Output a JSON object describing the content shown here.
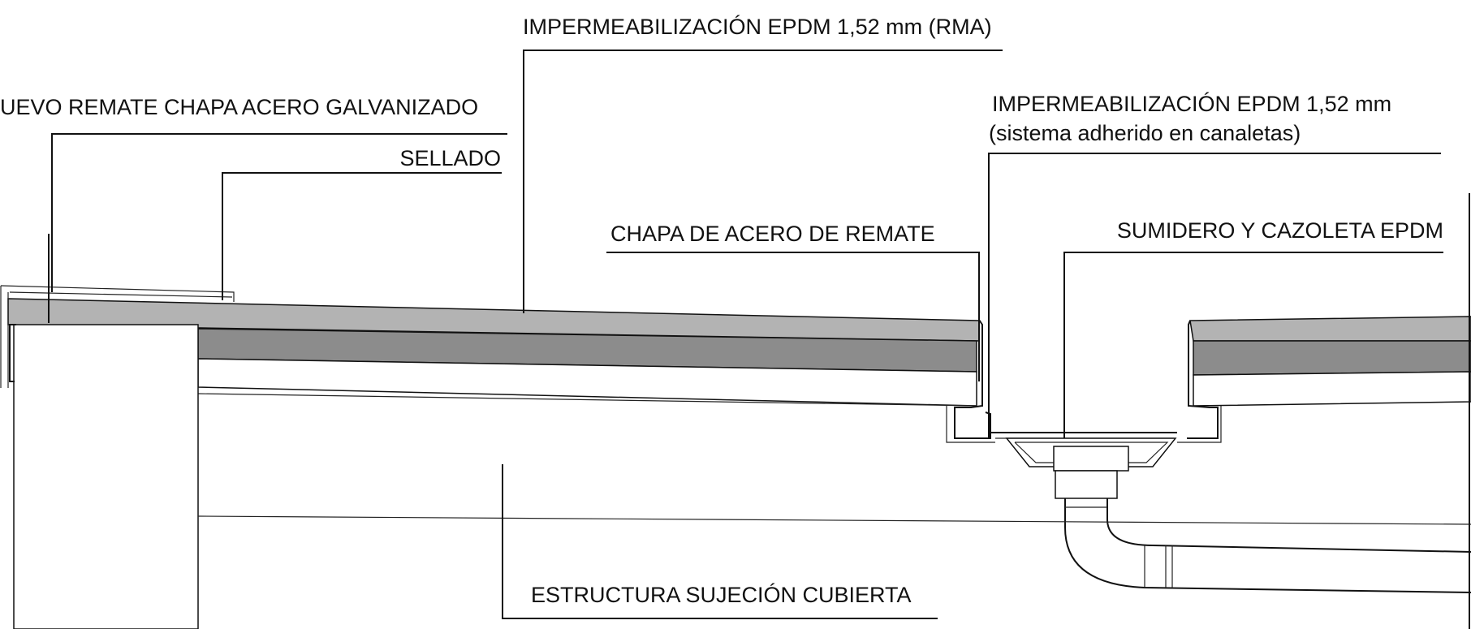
{
  "labels": {
    "epdm_rma": "IMPERMEABILIZACIÓN EPDM 1,52 mm (RMA)",
    "remate_galvanizado": "UEVO REMATE CHAPA ACERO GALVANIZADO",
    "sellado": "SELLADO",
    "epdm_canaletas_line1": "IMPERMEABILIZACIÓN EPDM 1,52 mm",
    "epdm_canaletas_line2": "(sistema adherido en canaletas)",
    "chapa_remate": "CHAPA DE ACERO DE REMATE",
    "sumidero": "SUMIDERO Y CAZOLETA EPDM",
    "estructura": "ESTRUCTURA SUJECIÓN CUBIERTA"
  },
  "colors": {
    "line": "#111111",
    "deck_light": "#b5b5b5",
    "deck_dark": "#8a8a8a",
    "background": "#ffffff"
  }
}
